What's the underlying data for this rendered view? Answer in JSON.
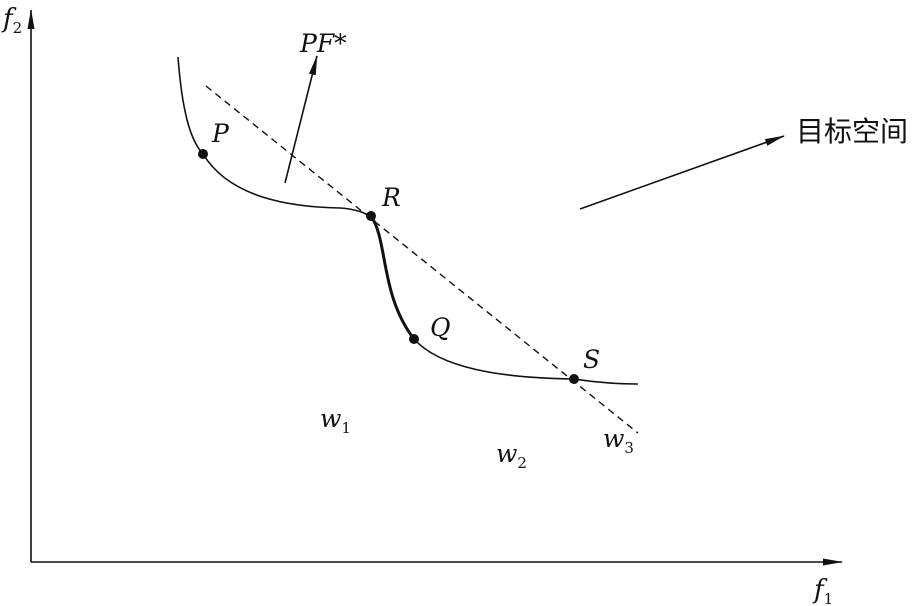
{
  "axes": {
    "x_label": "f",
    "x_label_sub": "1",
    "y_label": "f",
    "y_label_sub": "2"
  },
  "points": {
    "p": "P",
    "r": "R",
    "q": "Q",
    "s": "S"
  },
  "pf_label": "PF*",
  "space_label": "目标空间",
  "regions": {
    "w1": "w",
    "w1_sub": "1",
    "w2": "w",
    "w2_sub": "2",
    "w3": "w",
    "w3_sub": "3"
  },
  "colors": {
    "ink": "#111111",
    "background": "#ffffff"
  }
}
